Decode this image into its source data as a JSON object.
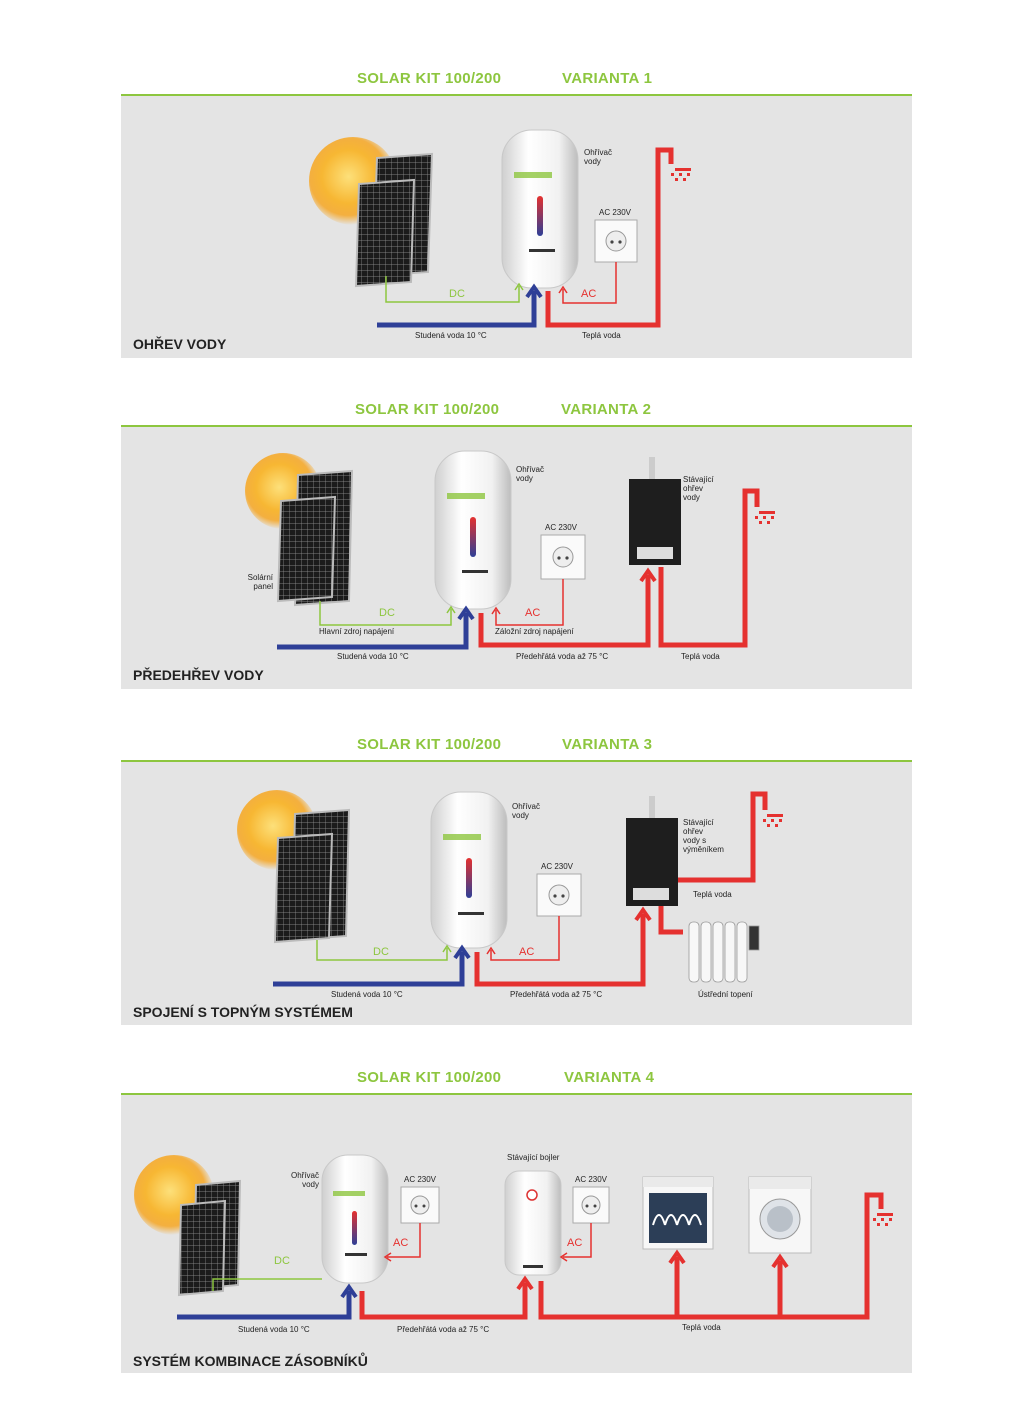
{
  "variants": [
    {
      "kit": "SOLAR KIT 100/200",
      "variant": "VARIANTA 1",
      "title": "OHŘEV VODY",
      "labels": {
        "heater": "Ohřívač\nvody",
        "socket": "AC 230V",
        "dc": "DC",
        "ac": "AC",
        "cold": "Studená voda 10 °C",
        "hot": "Teplá voda"
      }
    },
    {
      "kit": "SOLAR KIT 100/200",
      "variant": "VARIANTA 2",
      "title": "PŘEDEHŘEV VODY",
      "labels": {
        "heater": "Ohřívač\nvody",
        "socket": "AC 230V",
        "panel": "Solární\npanel",
        "existing": "Stávající\nohřev\nvody",
        "dc": "DC",
        "ac": "AC",
        "main_power": "Hlavní zdroj napájení",
        "backup_power": "Záložní zdroj napájení",
        "cold": "Studená voda 10 °C",
        "preheated": "Předehřátá voda až 75 °C",
        "hot": "Teplá voda"
      }
    },
    {
      "kit": "SOLAR KIT 100/200",
      "variant": "VARIANTA 3",
      "title": "SPOJENÍ S TOPNÝM SYSTÉMEM",
      "labels": {
        "heater": "Ohřívač\nvody",
        "socket": "AC 230V",
        "existing": "Stávající\nohřev\nvody s\nvýměníkem",
        "hot": "Teplá voda",
        "dc": "DC",
        "ac": "AC",
        "cold": "Studená voda 10 °C",
        "preheated": "Předehřátá voda až 75 °C",
        "central": "Ústřední topení"
      }
    },
    {
      "kit": "SOLAR KIT 100/200",
      "variant": "VARIANTA 4",
      "title": "SYSTÉM KOMBINACE ZÁSOBNÍKŮ",
      "labels": {
        "heater": "Ohřívač\nvody",
        "socket1": "AC 230V",
        "existing_boiler": "Stávající bojler",
        "socket2": "AC 230V",
        "dc": "DC",
        "ac1": "AC",
        "ac2": "AC",
        "cold": "Studená voda 10 °C",
        "preheated": "Předehřátá voda až 75 °C",
        "hot": "Teplá voda"
      }
    }
  ],
  "colors": {
    "accent_green": "#8dc63f",
    "hot_red": "#e5312f",
    "cold_blue": "#2e3f97",
    "panel_bg": "#e4e4e4"
  },
  "icons": [
    "sun-icon",
    "solar-panel-icon",
    "water-heater-icon",
    "power-socket-icon",
    "shower-icon",
    "gas-boiler-icon",
    "radiator-icon",
    "dishwasher-icon",
    "washing-machine-icon"
  ]
}
